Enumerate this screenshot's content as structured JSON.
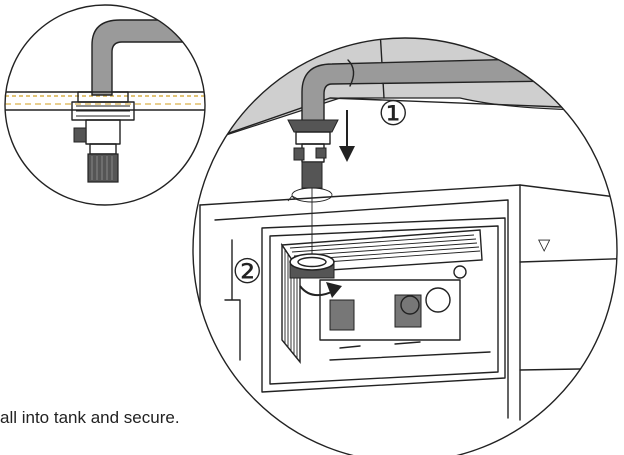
{
  "caption": "all into tank and secure.",
  "step_labels": [
    "①",
    "②"
  ],
  "marker_symbol": "▽",
  "colors": {
    "pipe": "#9a9a9a",
    "wall": "#cfcfcf",
    "ink": "#222222",
    "seal": "#d9b04a"
  }
}
